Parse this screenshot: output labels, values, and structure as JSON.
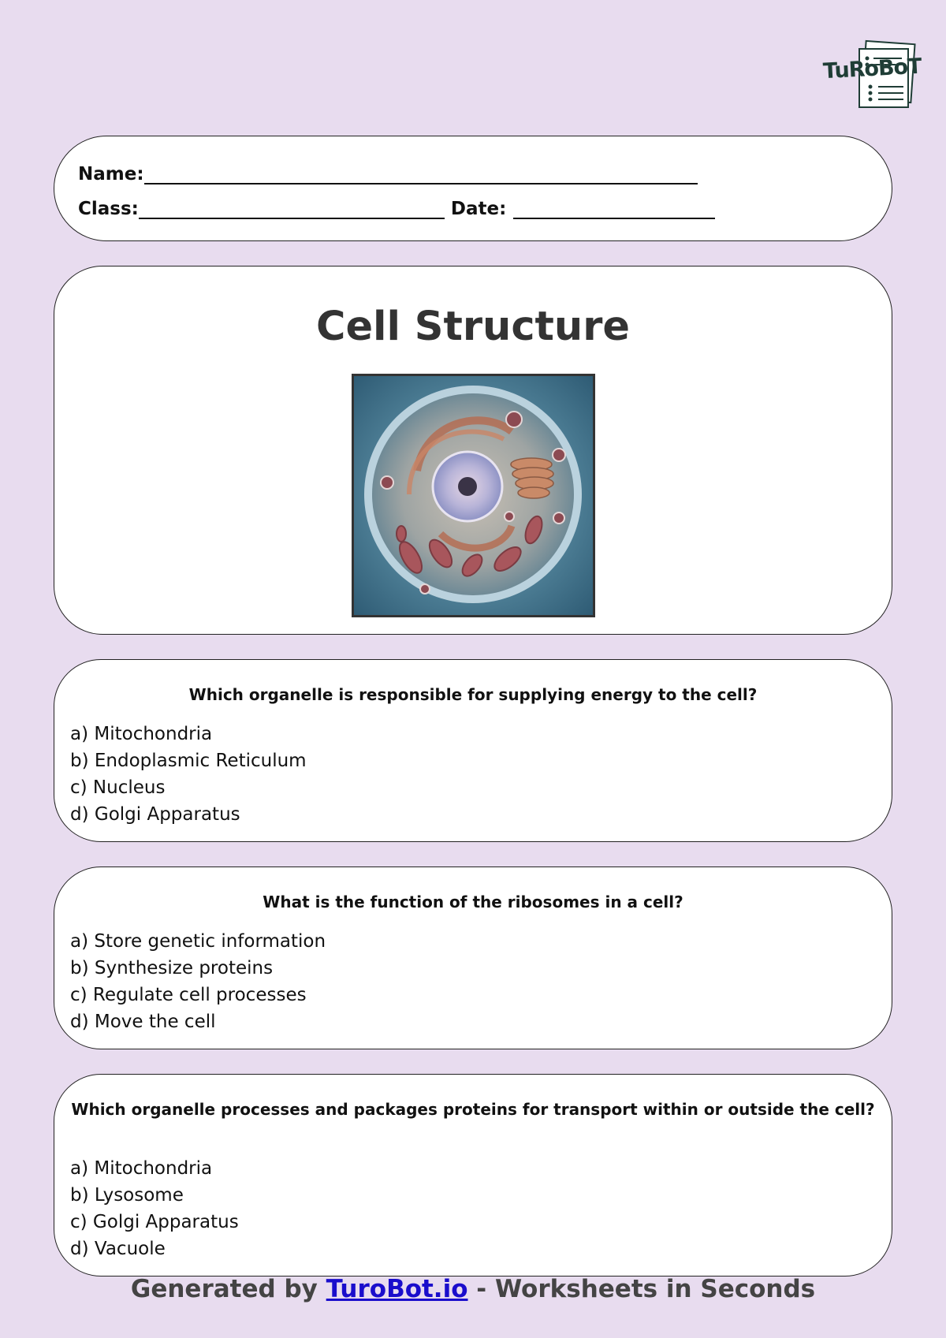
{
  "logo": {
    "text": "TuRoBoT"
  },
  "header": {
    "name_label": "Name:",
    "class_label": "Class:",
    "date_label": "Date:"
  },
  "title": "Cell Structure",
  "image": {
    "alt": "cell-illustration"
  },
  "questions": [
    {
      "text": "Which organelle is responsible for supplying energy to the cell?",
      "options": [
        "a) Mitochondria",
        "b) Endoplasmic Reticulum",
        "c) Nucleus",
        "d) Golgi Apparatus"
      ]
    },
    {
      "text": "What is the function of the ribosomes in a cell?",
      "options": [
        "a) Store genetic information",
        "b) Synthesize proteins",
        "c) Regulate cell processes",
        "d) Move the cell"
      ]
    },
    {
      "text": "Which organelle processes and packages proteins for transport within or outside the cell?",
      "options": [
        "a) Mitochondria",
        "b) Lysosome",
        "c) Golgi Apparatus",
        "d) Vacuole"
      ]
    }
  ],
  "footer": {
    "prefix": "Generated by ",
    "link": "TuroBot.io",
    "suffix": " - Worksheets in Seconds"
  }
}
